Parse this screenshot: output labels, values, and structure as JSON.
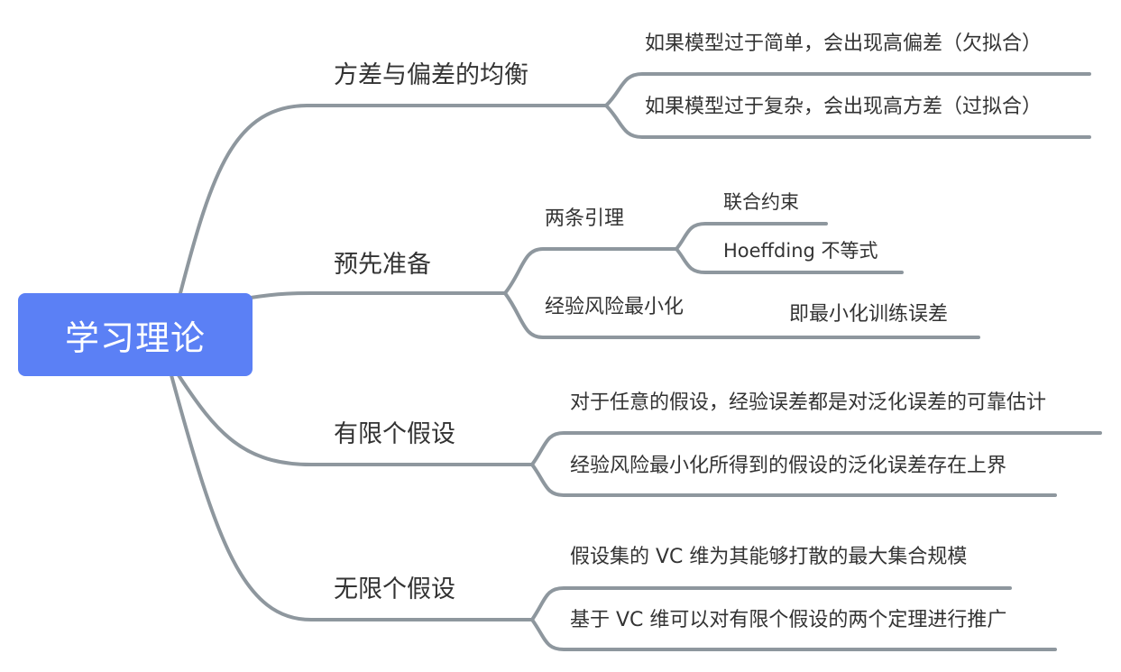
{
  "root": {
    "label": "学习理论",
    "color": "#5b80f5"
  },
  "branches": [
    {
      "label": "方差与偏差的均衡",
      "children": [
        {
          "label": "如果模型过于简单，会出现高偏差（欠拟合）"
        },
        {
          "label": "如果模型过于复杂，会出现高方差（过拟合）"
        }
      ]
    },
    {
      "label": "预先准备",
      "children": [
        {
          "label": "两条引理",
          "children": [
            {
              "label": "联合约束"
            },
            {
              "label": "Hoeffding 不等式"
            }
          ]
        },
        {
          "label": "经验风险最小化",
          "children": [
            {
              "label": "即最小化训练误差"
            }
          ]
        }
      ]
    },
    {
      "label": "有限个假设",
      "children": [
        {
          "label": "对于任意的假设，经验误差都是对泛化误差的可靠估计"
        },
        {
          "label": "经验风险最小化所得到的假设的泛化误差存在上界"
        }
      ]
    },
    {
      "label": "无限个假设",
      "children": [
        {
          "label": "假设集的 VC 维为其能够打散的最大集合规模"
        },
        {
          "label": "基于 VC 维可以对有限个假设的两个定理进行推广"
        }
      ]
    }
  ],
  "colors": {
    "connector": "#8e979e",
    "text": "#333333",
    "root_text": "#ffffff",
    "background": "#ffffff"
  }
}
